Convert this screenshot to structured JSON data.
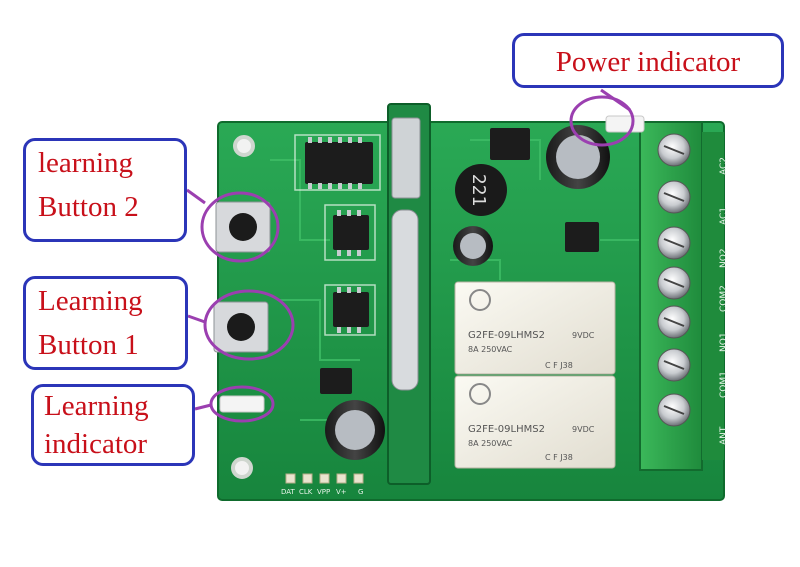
{
  "callouts": {
    "power_indicator": "Power indicator",
    "learning_button_2": [
      "learning",
      "Button 2"
    ],
    "learning_button_1": [
      "Learning",
      "Button 1"
    ],
    "learning_indicator": [
      "Learning",
      "indicator"
    ]
  },
  "board_labels": {
    "relay_model": "G2FE-09LHMS2",
    "relay_voltage": "9VDC",
    "relay_rating": "8A 250VAC",
    "relay_code": "C F J38",
    "pin_labels": [
      "DAT",
      "CLK",
      "VPP",
      "V+",
      "G"
    ],
    "terminal_labels": [
      "AC2",
      "AC1",
      "NO2",
      "COM2",
      "NO1",
      "COM1",
      "ANT"
    ],
    "inductor_marking": "221"
  },
  "colors": {
    "pcb_green": "#1f9a4a",
    "callout_border": "#2b35b8",
    "callout_text": "#c8101a",
    "highlight_circle": "#9b3fb0",
    "terminal_green": "#2ea84a"
  }
}
